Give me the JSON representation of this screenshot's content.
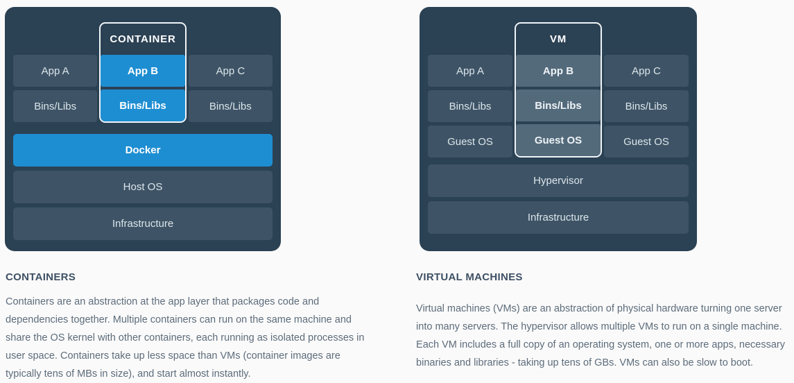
{
  "colors": {
    "accent_blue": "#1e8ed2",
    "panel_background": "#2b4154",
    "cell_background": "#3e5466",
    "vm_highlight_background": "#536a7b"
  },
  "docker_panel": {
    "box_title": "CONTAINER",
    "grid": {
      "col_a": {
        "app": "App A",
        "bins": "Bins/Libs"
      },
      "col_b": {
        "app": "App B",
        "bins": "Bins/Libs"
      },
      "col_c": {
        "app": "App C",
        "bins": "Bins/Libs"
      }
    },
    "bars": {
      "runtime": "Docker",
      "os": "Host OS",
      "infra": "Infrastructure"
    }
  },
  "vm_panel": {
    "box_title": "VM",
    "grid": {
      "col_a": {
        "app": "App A",
        "bins": "Bins/Libs",
        "os": "Guest OS"
      },
      "col_b": {
        "app": "App B",
        "bins": "Bins/Libs",
        "os": "Guest OS"
      },
      "col_c": {
        "app": "App C",
        "bins": "Bins/Libs",
        "os": "Guest OS"
      }
    },
    "bars": {
      "runtime": "Hypervisor",
      "infra": "Infrastructure"
    }
  },
  "descriptions": {
    "containers": {
      "heading": "CONTAINERS",
      "body": "Containers are an abstraction at the app layer that packages code and dependencies together. Multiple containers can run on the same machine and share the OS kernel with other containers, each running as isolated processes in user space. Containers take up less space than VMs (container images are typically tens of MBs in size), and start almost instantly."
    },
    "virtual_machines": {
      "heading": "VIRTUAL MACHINES",
      "body": "Virtual machines (VMs) are an abstraction of physical hardware turning one server into many servers. The hypervisor allows multiple VMs to run on a single machine. Each VM includes a full copy of an operating system, one or more apps, necessary binaries and libraries - taking up tens of GBs. VMs can also be slow to boot."
    }
  }
}
